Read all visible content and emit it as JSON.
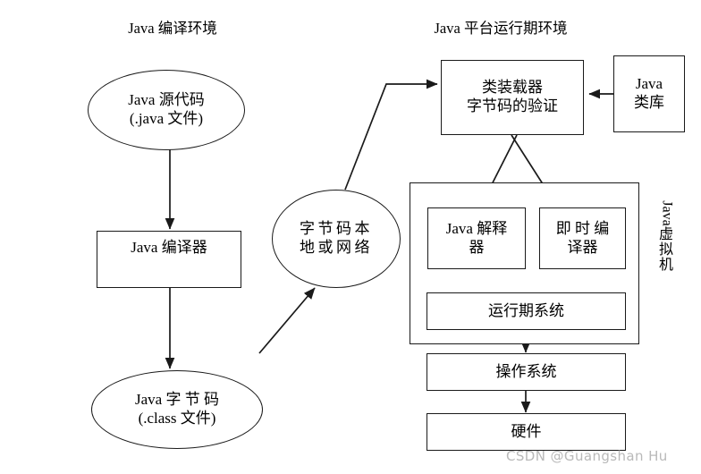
{
  "diagram": {
    "type": "flowchart",
    "titles": {
      "compile_env": "Java 编译环境",
      "runtime_env": "Java 平台运行期环境"
    },
    "nodes": {
      "source_code": {
        "line1": "Java 源代码",
        "line2": "(.java 文件)",
        "shape": "ellipse"
      },
      "compiler": {
        "label": "Java 编译器",
        "shape": "rect"
      },
      "bytecode_file": {
        "line1": "Java 字 节 码",
        "line2": "(.class 文件)",
        "shape": "ellipse"
      },
      "bytecode_transport": {
        "line1": "字节码本",
        "line2": "地或网络",
        "shape": "ellipse"
      },
      "class_loader": {
        "line1": "类装载器",
        "line2": "字节码的验证",
        "shape": "rect"
      },
      "class_library": {
        "line1": "Java",
        "line2": "类库",
        "shape": "rect"
      },
      "interpreter": {
        "line1": "Java 解释",
        "line2": "器",
        "shape": "rect"
      },
      "jit_compiler": {
        "line1": "即 时 编",
        "line2": "译器",
        "shape": "rect"
      },
      "runtime_system": {
        "label": "运行期系统",
        "shape": "rect"
      },
      "operating_system": {
        "label": "操作系统",
        "shape": "rect"
      },
      "hardware": {
        "label": "硬件",
        "shape": "rect"
      },
      "jvm_group": {
        "label": "Java 虚拟机",
        "latin": "Java",
        "chars": [
          "虚",
          "拟",
          "机"
        ],
        "shape": "rect-group"
      }
    },
    "edges": [
      {
        "from": "source_code",
        "to": "compiler"
      },
      {
        "from": "compiler",
        "to": "bytecode_file"
      },
      {
        "from": "bytecode_file",
        "to": "bytecode_transport"
      },
      {
        "from": "bytecode_transport",
        "to": "class_loader"
      },
      {
        "from": "class_library",
        "to": "class_loader"
      },
      {
        "from": "class_loader",
        "to": "interpreter"
      },
      {
        "from": "class_loader",
        "to": "jit_compiler"
      },
      {
        "from": "interpreter",
        "to": "runtime_system"
      },
      {
        "from": "jit_compiler",
        "to": "runtime_system"
      },
      {
        "from": "runtime_system",
        "to": "operating_system"
      },
      {
        "from": "operating_system",
        "to": "hardware"
      }
    ],
    "colors": {
      "stroke": "#1a1a1a",
      "background": "#ffffff",
      "text": "#000000",
      "watermark": "#b9b9b9"
    }
  },
  "watermark": {
    "text": "CSDN @Guangshan Hu"
  }
}
